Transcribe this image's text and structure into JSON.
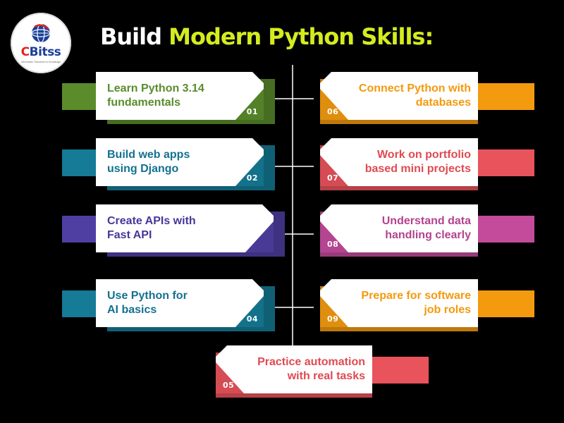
{
  "logo": {
    "first_letter": "C",
    "rest": "Bitss",
    "tagline": "Information Transform to Knowledge",
    "icon": "globe-icon",
    "colors": {
      "red": "#e2231a",
      "blue": "#1a3f9a"
    }
  },
  "title": {
    "lead": "Build",
    "accent": "Modern Python Skills:",
    "accent_color": "#d4ec1e"
  },
  "items": [
    {
      "num": "01",
      "text": "Learn Python 3.14\nfundamentals",
      "color": "#5a8c2c",
      "side": "left"
    },
    {
      "num": "02",
      "text": "Build web apps\nusing Django",
      "color": "#157b96",
      "side": "left"
    },
    {
      "num": "",
      "text": "Create APIs with\nFast API",
      "color": "#4f3fa3",
      "side": "left"
    },
    {
      "num": "04",
      "text": "Use Python for\nAI basics",
      "color": "#157b96",
      "side": "left"
    },
    {
      "num": "06",
      "text": "Connect Python with\ndatabases",
      "color": "#f39a0e",
      "side": "right"
    },
    {
      "num": "07",
      "text": "Work on portfolio\nbased mini projects",
      "color": "#e9535b",
      "side": "right"
    },
    {
      "num": "08",
      "text": "Understand data\nhandling clearly",
      "color": "#c44b9c",
      "side": "right"
    },
    {
      "num": "09",
      "text": "Prepare for software\njob roles",
      "color": "#f39a0e",
      "side": "right"
    },
    {
      "num": "05",
      "text": "Practice automation\nwith real tasks",
      "color": "#e9535b",
      "side": "center"
    }
  ]
}
